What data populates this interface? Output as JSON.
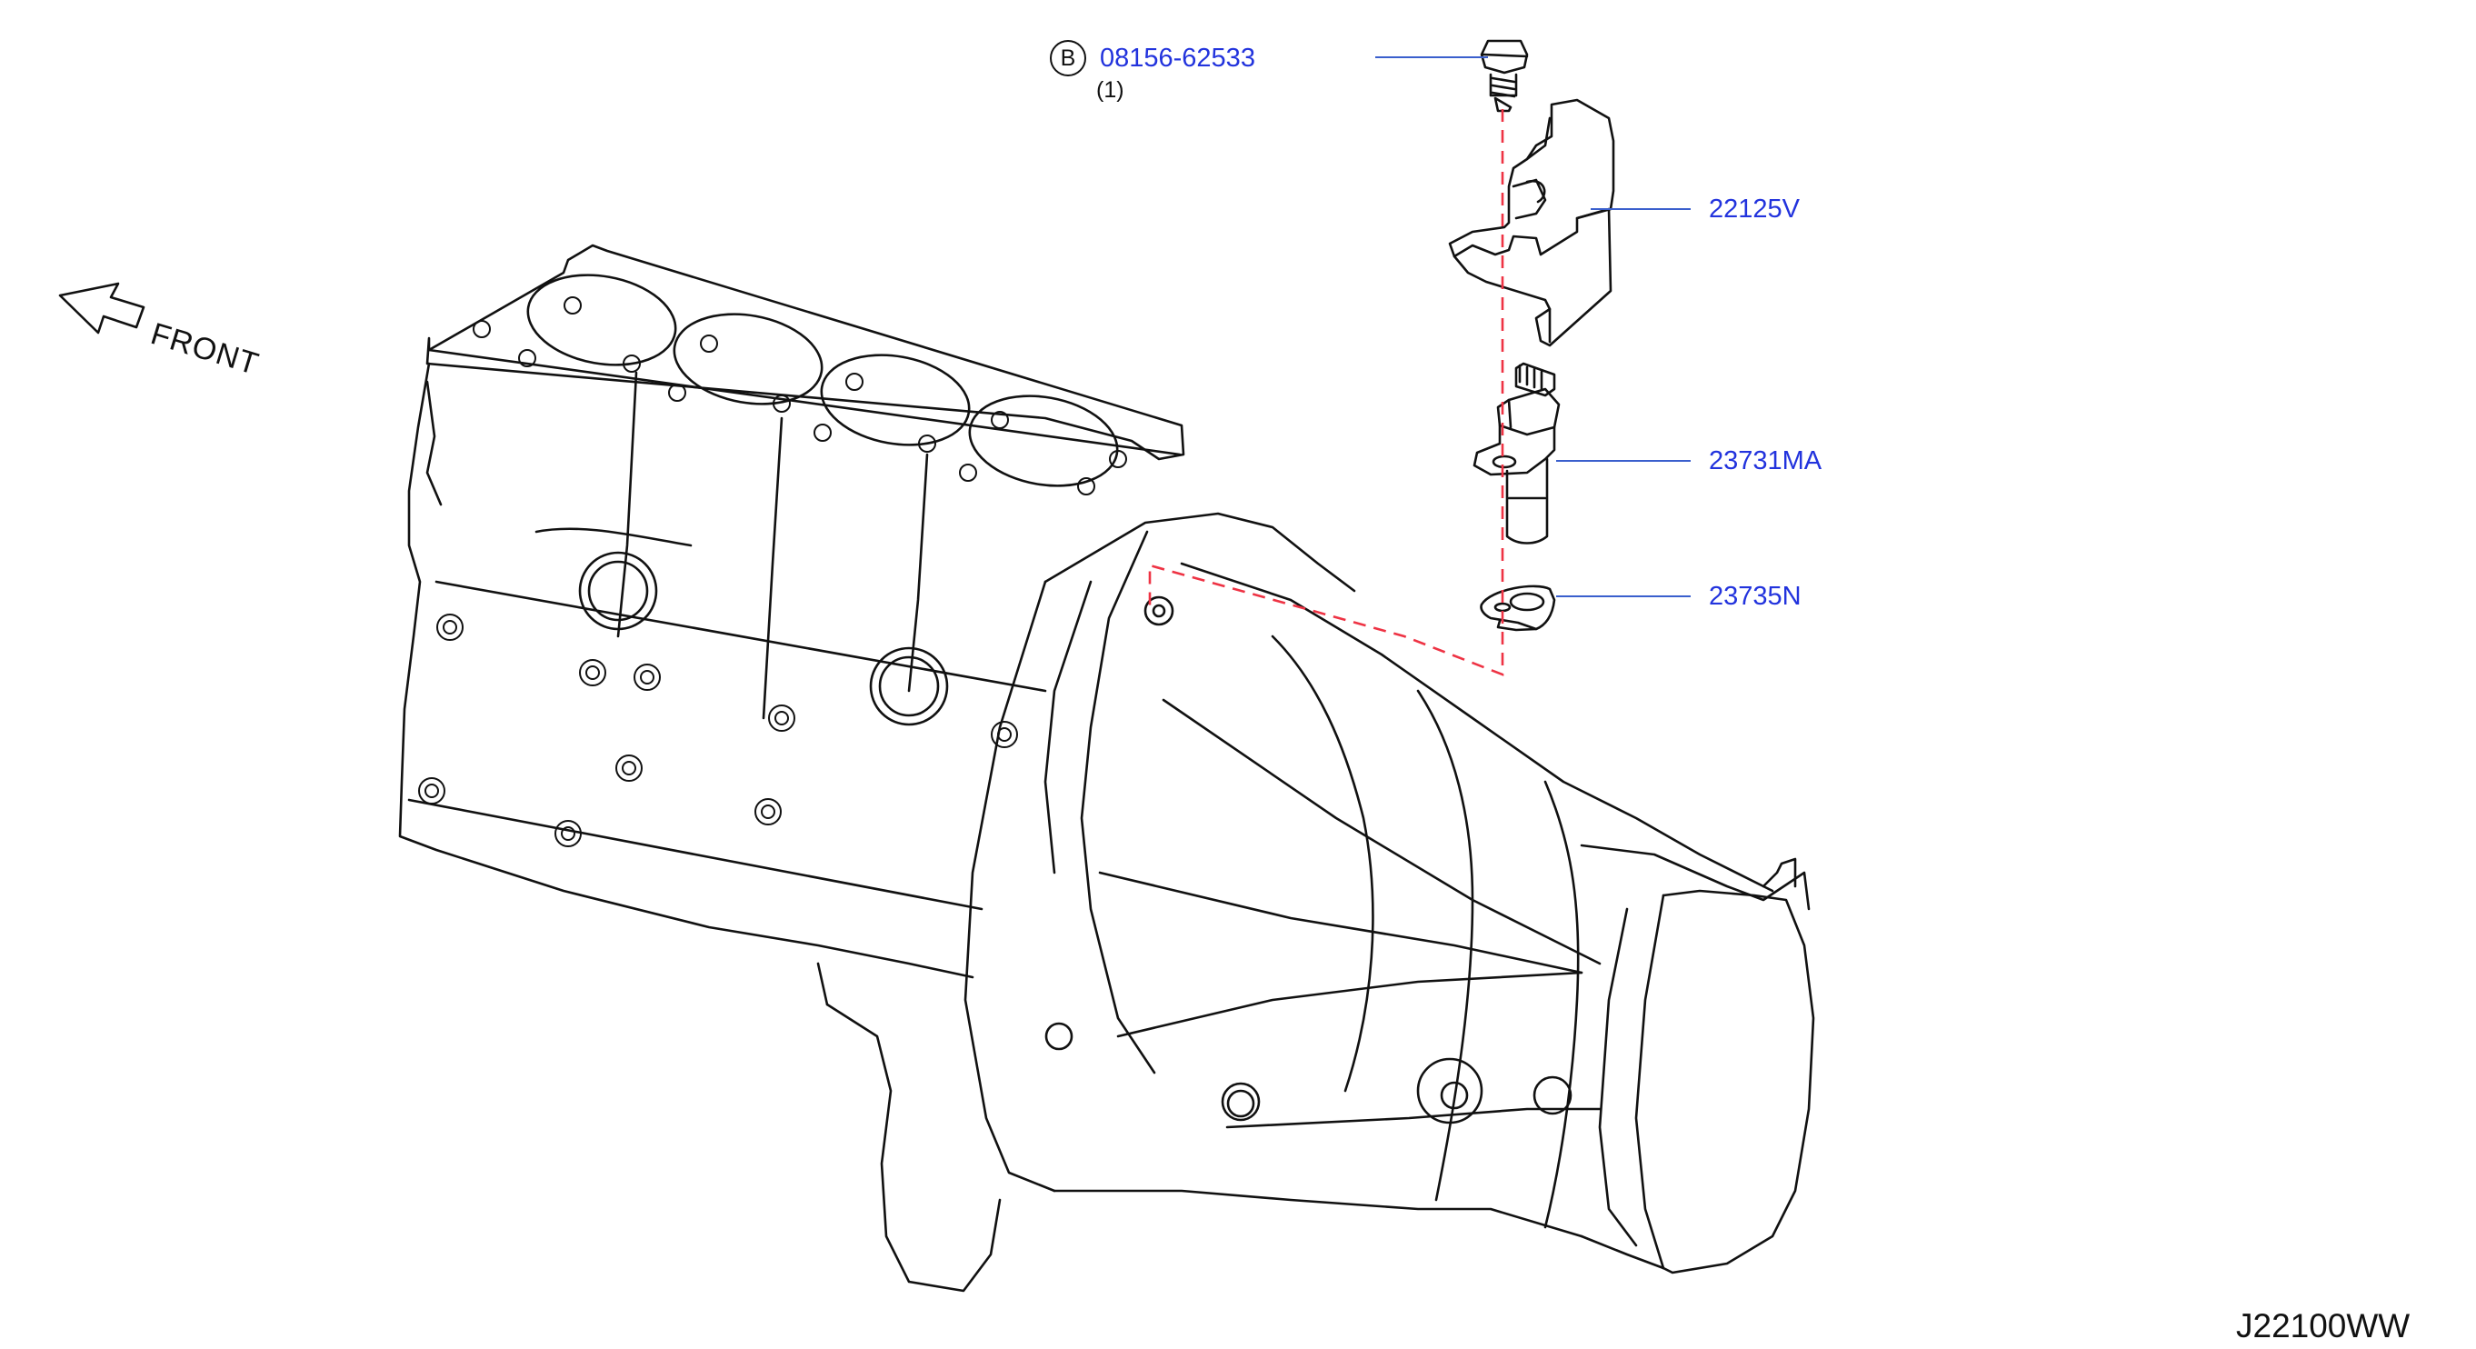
{
  "diagram": {
    "code": "J22100WW",
    "front_label": "FRONT",
    "colors": {
      "callout": "#2233dd",
      "leader": "#3a5fcd",
      "centerline": "#ee3344",
      "outline": "#111111"
    }
  },
  "parts": [
    {
      "part_number": "08156-62533",
      "badge": "B",
      "quantity": "(1)",
      "depicts": "bolt"
    },
    {
      "part_number": "22125V",
      "depicts": "bracket"
    },
    {
      "part_number": "23731MA",
      "depicts": "crankshaft-position-sensor"
    },
    {
      "part_number": "23735N",
      "depicts": "seal-gasket"
    }
  ],
  "assembly": {
    "depicts": "engine-block-and-transmission",
    "icon": "front-arrow-icon"
  }
}
